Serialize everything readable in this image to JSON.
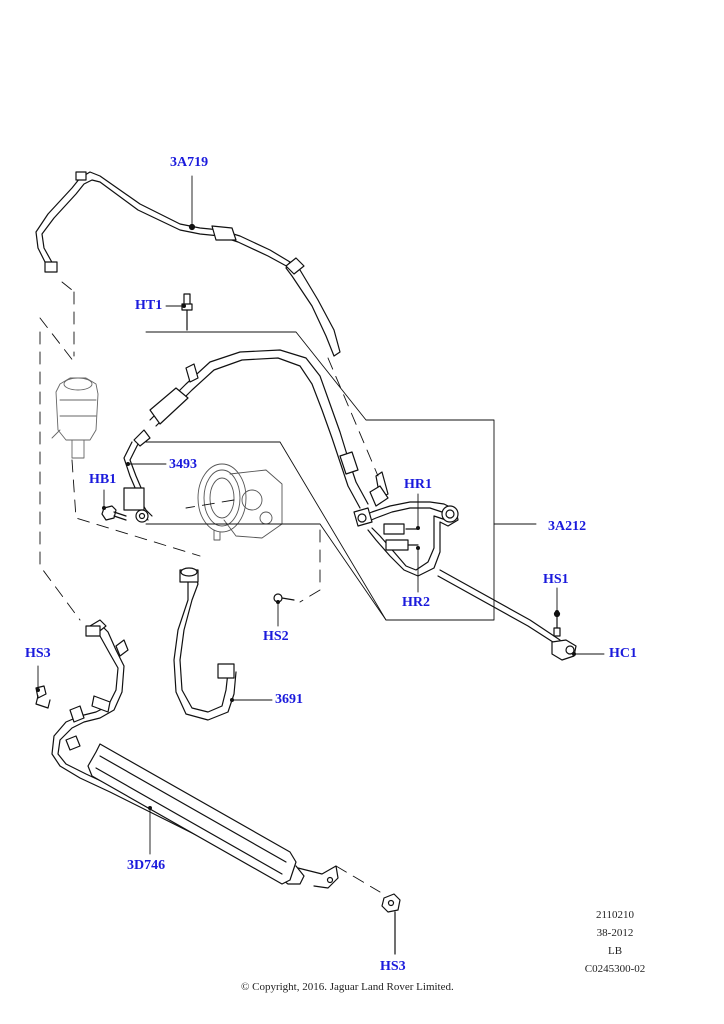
{
  "colors": {
    "callout": "#1a1adc",
    "line": "#111111",
    "text": "#222222"
  },
  "callouts": {
    "c_3A719": "3A719",
    "c_HT1": "HT1",
    "c_3493": "3493",
    "c_HB1": "HB1",
    "c_HR1": "HR1",
    "c_HR2": "HR2",
    "c_3A212": "3A212",
    "c_HS1": "HS1",
    "c_HC1": "HC1",
    "c_HS2": "HS2",
    "c_HS3_upper": "HS3",
    "c_3691": "3691",
    "c_3D746": "3D746",
    "c_HS3_lower": "HS3"
  },
  "meta": {
    "line1": "2110210",
    "line2": "38-2012",
    "line3": "LB",
    "line4": "C0245300-02"
  },
  "copyright": "© Copyright, 2016. Jaguar Land Rover Limited."
}
